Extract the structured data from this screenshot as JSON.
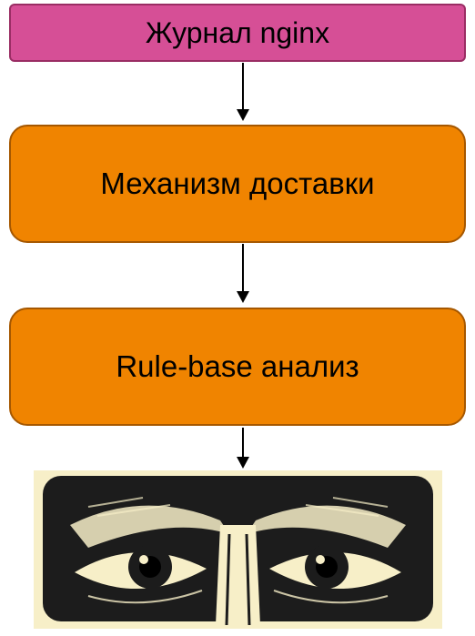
{
  "diagram": {
    "nodes": [
      {
        "id": "source",
        "label": "Журнал nginx"
      },
      {
        "id": "delivery",
        "label": "Механизм доставки"
      },
      {
        "id": "analysis",
        "label": "Rule-base анализ"
      }
    ],
    "edges": [
      {
        "from": "source",
        "to": "delivery"
      },
      {
        "from": "delivery",
        "to": "analysis"
      },
      {
        "from": "analysis",
        "to": "eyes"
      }
    ],
    "final_image": {
      "icon": "watching-eyes-icon"
    }
  },
  "colors": {
    "source_fill": "#d64f96",
    "source_border": "#9a2d64",
    "process_fill": "#f08400",
    "process_border": "#a55700",
    "arrow": "#000000",
    "image_bg": "#f7efc8",
    "image_ink": "#1c1c1c"
  }
}
